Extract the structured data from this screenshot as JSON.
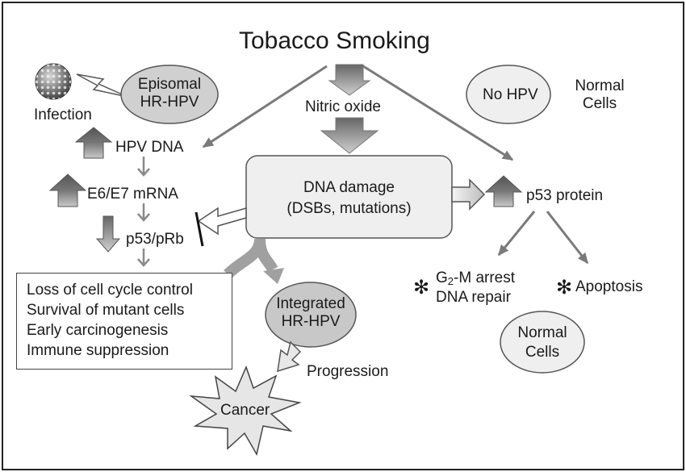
{
  "title": "Tobacco Smoking",
  "nitric_oxide": "Nitric oxide",
  "infection": "Infection",
  "episomal": {
    "line1": "Episomal",
    "line2": "HR-HPV"
  },
  "no_hpv": "No HPV",
  "normal_cells_top": {
    "line1": "Normal",
    "line2": "Cells"
  },
  "hpv_dna": "HPV DNA",
  "e6e7": "E6/E7 mRNA",
  "p53prb": "p53/pRb",
  "dna_damage": {
    "line1": "DNA damage",
    "line2": "(DSBs, mutations)"
  },
  "p53_protein": "p53 protein",
  "effects": [
    "Loss of cell cycle control",
    "Survival of mutant cells",
    "Early carcinogenesis",
    "Immune suppression"
  ],
  "integrated": {
    "line1": "Integrated",
    "line2": "HR-HPV"
  },
  "progression": "Progression",
  "cancer": "Cancer",
  "g2m": {
    "prefix": "G",
    "sub": "2",
    "suffix": "-M arrest"
  },
  "dna_repair": "DNA repair",
  "apoptosis": "Apoptosis",
  "normal_cells_bottom": {
    "line1": "Normal",
    "line2": "Cells"
  },
  "star_symbol": "✻",
  "colors": {
    "arrow_fill": "#7a7a7a",
    "ellipse_fill": "#d0d0d0",
    "box_fill": "#efefef",
    "line": "#444444"
  }
}
